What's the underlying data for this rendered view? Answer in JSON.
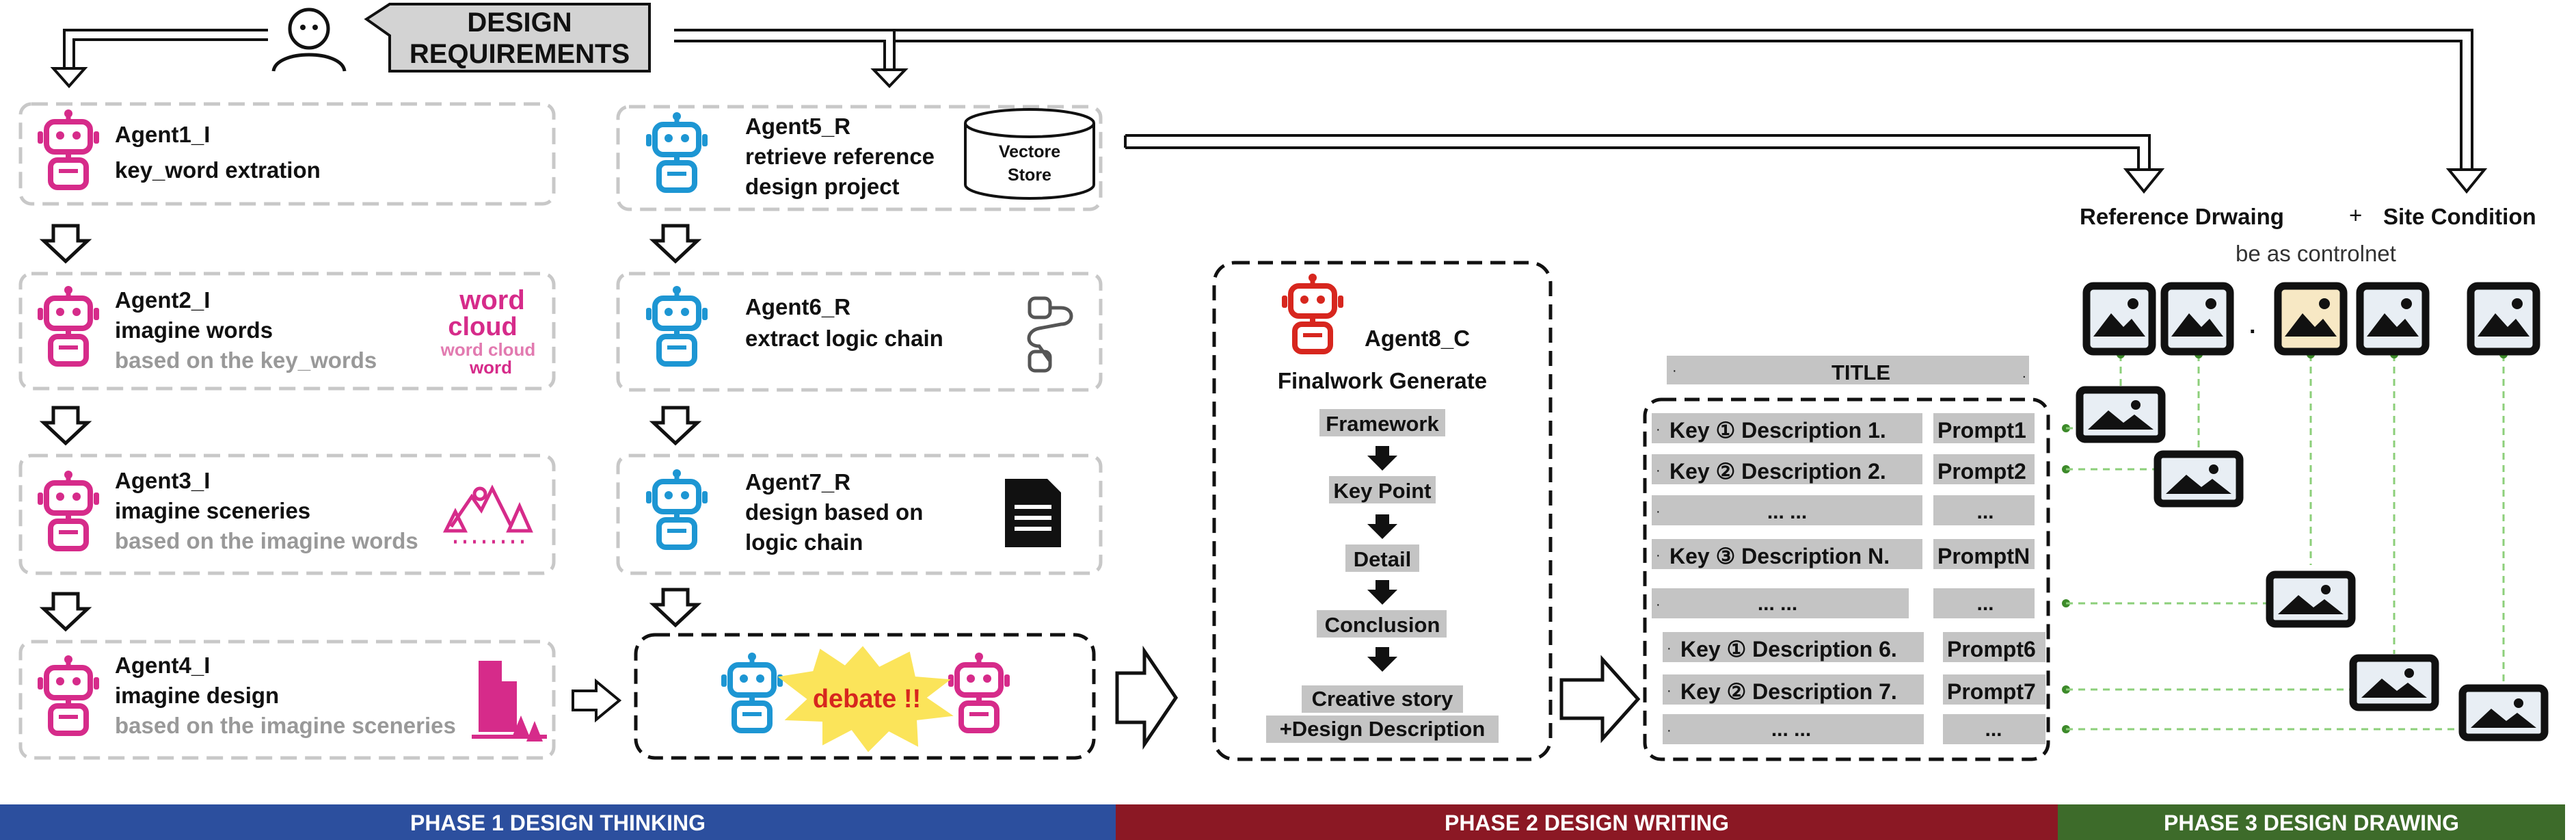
{
  "requirements": {
    "line1": "DESIGN",
    "line2": "REQUIREMENTS"
  },
  "agents": {
    "agent1": {
      "name": "Agent1_I",
      "line1": "key_word extration"
    },
    "agent2": {
      "name": "Agent2_I",
      "line1": "imagine words",
      "line2": "based on the key_words"
    },
    "agent3": {
      "name": "Agent3_I",
      "line1": "imagine sceneries",
      "line2": "based on the imagine words"
    },
    "agent4": {
      "name": "Agent4_I",
      "line1": "imagine design",
      "line2": "based on the imagine sceneries"
    },
    "agent5": {
      "name": "Agent5_R",
      "line1": "retrieve reference",
      "line2": "design project"
    },
    "agent6": {
      "name": "Agent6_R",
      "line1": "extract logic chain"
    },
    "agent7": {
      "name": "Agent7_R",
      "line1": "design based on",
      "line2": "logic chain"
    },
    "agent8": {
      "name": "Agent8_C",
      "line1": "Finalwork Generate"
    }
  },
  "vector_store": {
    "line1": "Vectore",
    "line2": "Store"
  },
  "word_cloud": {
    "line1": "word",
    "line2": "cloud",
    "line3": "word cloud",
    "line4": "word"
  },
  "debate": {
    "label": "debate !!"
  },
  "writing_steps": {
    "s1": "Framework",
    "s2": "Key Point",
    "s3": "Detail",
    "s4": "Conclusion",
    "s5a": "Creative story",
    "s5b": "+Design Description"
  },
  "doc": {
    "title": "TITLE",
    "r1": {
      "key": "Key ①  Description 1.",
      "prompt": "Prompt1"
    },
    "r2": {
      "key": "Key ②  Description 2.",
      "prompt": "Prompt2"
    },
    "r3": {
      "key": "... ...",
      "prompt": "..."
    },
    "r4": {
      "key": "Key ③  Description N.",
      "prompt": "PromptN"
    },
    "r5": {
      "key": "... ...",
      "prompt": "..."
    },
    "r6": {
      "key": "Key ①  Description 6.",
      "prompt": "Prompt6"
    },
    "r7": {
      "key": "Key ②  Description 7.",
      "prompt": "Prompt7"
    },
    "r8": {
      "key": "... ...",
      "prompt": "..."
    }
  },
  "drawing": {
    "reference": "Reference Drwaing",
    "plus": "+",
    "site": "Site Condition",
    "controlnet": "be as controlnet"
  },
  "phases": {
    "p1": "PHASE 1  DESIGN THINKING",
    "p2": "PHASE 2   DESIGN WRITING",
    "p3": "PHASE 3   DESIGN DRAWING"
  },
  "colors": {
    "magenta": "#d62b8a",
    "blue": "#1d96d3",
    "red": "#d7261e",
    "phase1": "#2c4f9e",
    "phase2": "#8b1824",
    "phase3": "#3d6b2a",
    "grey_bar": "#c4c4c4",
    "debate_burst": "#fbe45a"
  }
}
